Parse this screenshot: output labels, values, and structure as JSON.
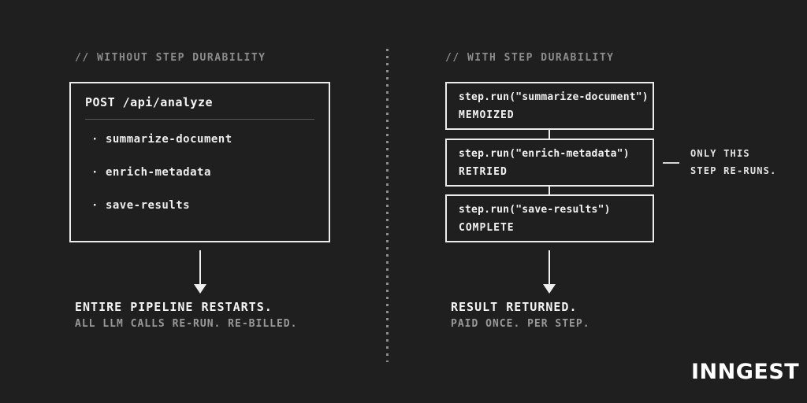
{
  "theme": {
    "background": "#1f1f1f",
    "border": "#ececec",
    "text_primary": "#f4f4f4",
    "text_muted": "#999999"
  },
  "left": {
    "header": "// WITHOUT STEP DURABILITY",
    "box": {
      "title": "POST /api/analyze",
      "bullet": "·",
      "items": [
        "summarize-document",
        "enrich-metadata",
        "save-results"
      ]
    },
    "result_line1": "ENTIRE PIPELINE RESTARTS.",
    "result_line2": "ALL LLM CALLS RE-RUN. RE-BILLED."
  },
  "right": {
    "header": "// WITH STEP DURABILITY",
    "steps": [
      {
        "code": "step.run(\"summarize-document\")",
        "status": "MEMOIZED"
      },
      {
        "code": "step.run(\"enrich-metadata\")",
        "status": "RETRIED"
      },
      {
        "code": "step.run(\"save-results\")",
        "status": "COMPLETE"
      }
    ],
    "annotation_line1": "ONLY THIS",
    "annotation_line2": "STEP RE-RUNS.",
    "result_line1": "RESULT RETURNED.",
    "result_line2": "PAID ONCE. PER STEP."
  },
  "logo_text": "INNGEST"
}
